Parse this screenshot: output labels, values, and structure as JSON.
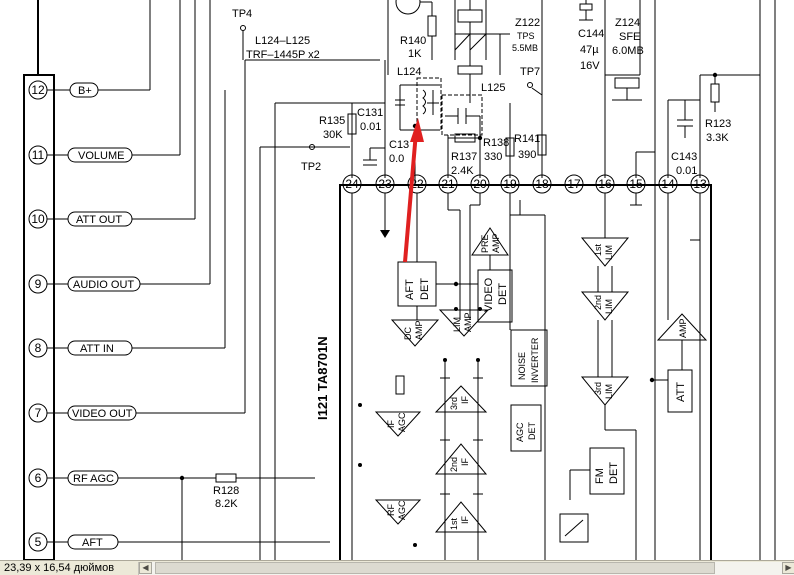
{
  "statusbar": {
    "size_text": "23,39 x 16,54 дюймов"
  },
  "connector": {
    "pins": [
      {
        "num": "12",
        "label": "B+"
      },
      {
        "num": "11",
        "label": "VOLUME"
      },
      {
        "num": "10",
        "label": "ATT OUT"
      },
      {
        "num": "9",
        "label": "AUDIO OUT"
      },
      {
        "num": "8",
        "label": "ATT IN"
      },
      {
        "num": "7",
        "label": "VIDEO OUT"
      },
      {
        "num": "6",
        "label": "RF AGC"
      },
      {
        "num": "5",
        "label": "AFT"
      }
    ]
  },
  "ic": {
    "name": "I121 TA8701N",
    "pins": [
      "24",
      "23",
      "22",
      "21",
      "20",
      "19",
      "18",
      "17",
      "16",
      "15",
      "14",
      "13"
    ]
  },
  "testpoints": {
    "tp4": "TP4",
    "tp2": "TP2",
    "tp7": "TP7"
  },
  "components": {
    "l124_l125": "L124–L125",
    "trf": "TRF–1445P x2",
    "r140": "R140",
    "r140_val": "1K",
    "z122": "Z122",
    "z122_type": "TPS",
    "z122_val": "5.5MB",
    "l124": "L124",
    "l125": "L125",
    "c144": "C144",
    "c144_val1": "47µ",
    "c144_val2": "16V",
    "z124": "Z124",
    "z124_type": "SFE",
    "z124_val": "6.0MB",
    "r135": "R135",
    "r135_val": "30K",
    "c131": "C131",
    "c131_val": "0.01",
    "c13x": "C13",
    "c13x_val": "0.0",
    "r137": "R137",
    "r137_val": "2.4K",
    "r138": "R138",
    "r138_val": "330",
    "r141": "R141",
    "r141_val": "390",
    "r123": "R123",
    "r123_val": "3.3K",
    "c143": "C143",
    "c143_val": "0.01",
    "r128": "R128",
    "r128_val": "8.2K"
  },
  "blocks": {
    "aft_det": [
      "AFT",
      "DET"
    ],
    "video_det": [
      "VIDEO",
      "DET"
    ],
    "pre_amp": [
      "PRE",
      "AMP"
    ],
    "lim_amp": [
      "LIM",
      "AMP"
    ],
    "dc_amp": [
      "DC",
      "AMP"
    ],
    "noise_inverter": [
      "NOISE",
      "INVERTER"
    ],
    "agc_det": [
      "AGC",
      "DET"
    ],
    "if_agc_1": [
      "IF",
      "AGC"
    ],
    "if_agc_2": [
      "RF",
      "AGC"
    ],
    "if3": [
      "3rd",
      "IF"
    ],
    "if2": [
      "2nd",
      "IF"
    ],
    "if1": [
      "1st",
      "IF"
    ],
    "lim1": [
      "1st",
      "LIM"
    ],
    "lim2": [
      "2nd",
      "LIM"
    ],
    "lim3": [
      "3rd",
      "LIM"
    ],
    "amp": "AMP",
    "att": "ATT",
    "fm_det": [
      "FM",
      "DET"
    ]
  },
  "colors": {
    "arrow": "#e02020",
    "line": "#000000"
  }
}
